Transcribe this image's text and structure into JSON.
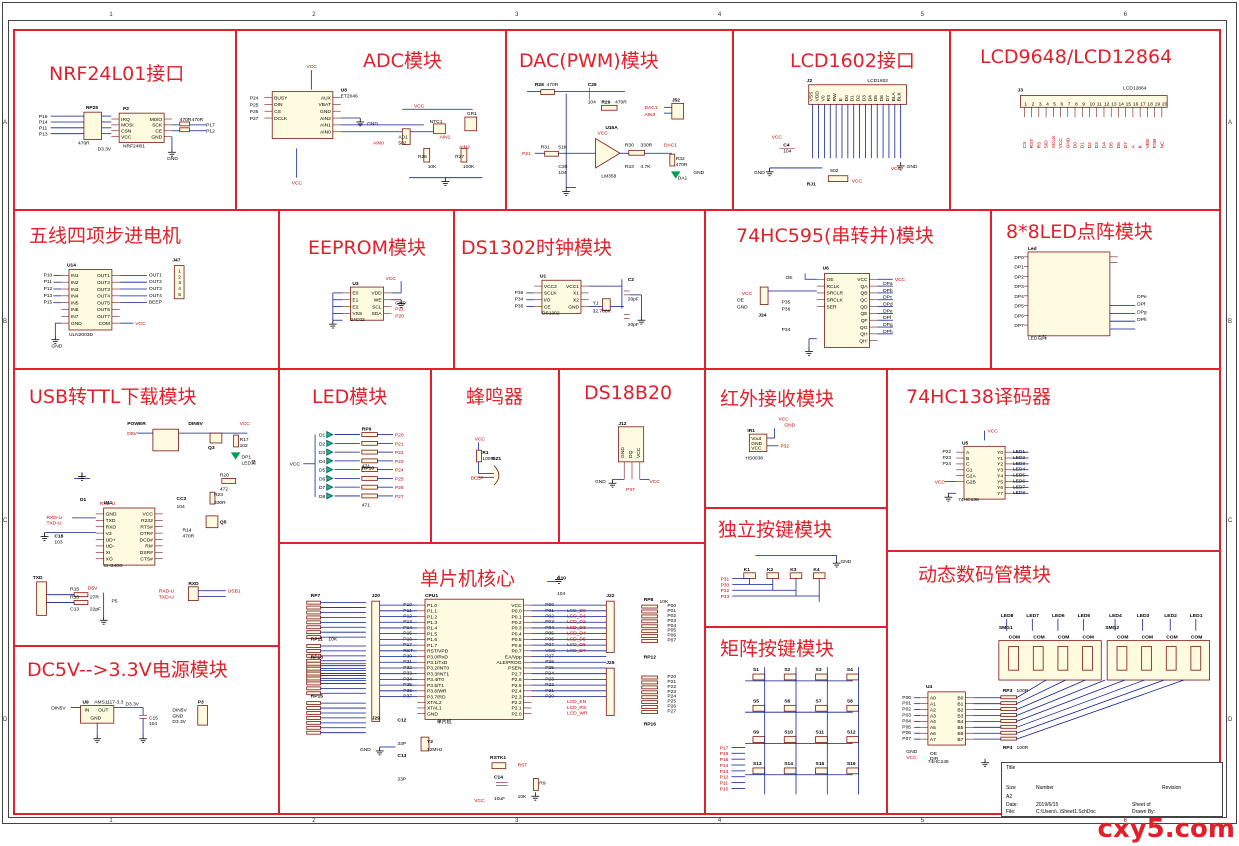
{
  "border": {
    "col_numbers": [
      "1",
      "2",
      "3",
      "4",
      "5",
      "6"
    ],
    "row_letters": [
      "A",
      "B",
      "C",
      "D"
    ]
  },
  "modules": {
    "nrf24l01": {
      "title": "NRF24L01接口"
    },
    "adc": {
      "title": "ADC模块"
    },
    "dac": {
      "title": "DAC(PWM)模块"
    },
    "lcd1602": {
      "title": "LCD1602接口"
    },
    "lcd9648": {
      "title": "LCD9648/LCD12864"
    },
    "stepper": {
      "title": "五线四项步进电机"
    },
    "eeprom": {
      "title": "EEPROM模块"
    },
    "ds1302": {
      "title": "DS1302时钟模块"
    },
    "hc595": {
      "title": "74HC595(串转并)模块"
    },
    "ledmatrix": {
      "title": "8*8LED点阵模块"
    },
    "usbttl": {
      "title": "USB转TTL下载模块"
    },
    "led": {
      "title": "LED模块"
    },
    "buzzer": {
      "title": "蜂鸣器"
    },
    "ds18b20": {
      "title": "DS18B20"
    },
    "ir": {
      "title": "红外接收模块"
    },
    "hc138": {
      "title": "74HC138译码器"
    },
    "mcu": {
      "title": "单片机核心"
    },
    "keys": {
      "title": "独立按键模块"
    },
    "digits": {
      "title": "动态数码管模块"
    },
    "power": {
      "title": "DC5V-->3.3V电源模块"
    },
    "matrixkeys": {
      "title": "矩阵按键模块"
    }
  },
  "parts": {
    "nrf": {
      "ref": "P2",
      "name": "NRF24l01",
      "rp": "RP25",
      "rp_val": "470R",
      "pins_l": [
        "IRQ",
        "MOSI",
        "CSN",
        "VCC"
      ],
      "pins_r": [
        "MISO",
        "SCK",
        "CE",
        "GND"
      ],
      "nets_l": [
        "P16",
        "P14",
        "P11",
        "P13"
      ],
      "nets_r": [
        "P17",
        "P12"
      ],
      "misc": [
        "D3.3V",
        "GND",
        "470R",
        "470R"
      ]
    },
    "adc": {
      "ref": "U8",
      "name": "ET2046",
      "pins_l": [
        "BUSY",
        "DIN",
        "CS",
        "DCLK"
      ],
      "pins_r": [
        "AUX",
        "VBAT",
        "GND",
        "AIN2",
        "AIN1",
        "AIN0"
      ],
      "nets": [
        "P24",
        "P25",
        "P26",
        "P27",
        "VCC",
        "GND"
      ],
      "parts": [
        "AD1",
        "502",
        "NTC1",
        "GR1",
        "R26",
        "10K",
        "R27",
        "100K",
        "AIN0",
        "AIN1",
        "AIN2"
      ]
    },
    "dac": {
      "ref": "U15A",
      "name": "LM358",
      "parts": [
        "R28",
        "470R",
        "C29",
        "104",
        "R29",
        "470R",
        "R31",
        "51K",
        "C30",
        "104",
        "R30",
        "330R",
        "R33",
        "4.7K",
        "R32",
        "470R",
        "DAC1",
        "DAC1",
        "AIN3",
        "J52",
        "DA1",
        "P21",
        "VCC",
        "GND"
      ]
    },
    "lcd1602": {
      "ref": "J2",
      "name": "LCD1602",
      "pins": [
        "VSS",
        "VDD",
        "V0",
        "RS",
        "RW",
        "E",
        "D0",
        "D1",
        "D2",
        "D3",
        "D4",
        "D5",
        "D6",
        "D7",
        "BLA",
        "BLK"
      ],
      "parts": [
        "C4",
        "104",
        "RJ1",
        "502",
        "VCC",
        "GND"
      ]
    },
    "lcd12864": {
      "ref": "J3",
      "name": "LCD12864",
      "pins": [
        "CS",
        "RST",
        "RS",
        "SID",
        "SCLK",
        "VCC",
        "GND",
        "D0",
        "D1",
        "D2",
        "D3",
        "D4",
        "D5",
        "D6",
        "D7",
        "A",
        "K",
        "VEE",
        "PSB",
        "NC"
      ]
    },
    "uln": {
      "ref": "U14",
      "name": "ULN2003D",
      "ins": [
        "IN1",
        "IN2",
        "IN3",
        "IN4",
        "IN5",
        "IN6",
        "IN7",
        "GND"
      ],
      "outs": [
        "OUT1",
        "OUT2",
        "OUT3",
        "OUT4",
        "OUT5",
        "OUT6",
        "OUT7",
        "COM"
      ],
      "nets_l": [
        "P10",
        "P11",
        "P12",
        "P13",
        "P15"
      ],
      "nets_r": [
        "OUT1",
        "OUT2",
        "OUT3",
        "OUT4",
        "BEEP"
      ],
      "conn": "J47",
      "misc": [
        "VCC",
        "GND"
      ]
    },
    "eeprom": {
      "ref": "U3",
      "name": "24C02",
      "pins_l": [
        "E0",
        "E1",
        "E2",
        "VSS"
      ],
      "pins_r": [
        "VDD",
        "WE",
        "SCL",
        "SDA"
      ],
      "nets": [
        "P21",
        "P20",
        "VCC",
        "GND"
      ]
    },
    "ds1302": {
      "ref": "U1",
      "name": "DS1302",
      "pins_l": [
        "VCC2",
        "SCLK",
        "I/O",
        "CE"
      ],
      "pins_r": [
        "VCC1",
        "X1",
        "X2",
        "GND"
      ],
      "nets": [
        "P36",
        "P34",
        "P35"
      ],
      "parts": [
        "C2",
        "20pF",
        "C1",
        "20pF",
        "Y1",
        "32.768K"
      ]
    },
    "hc595": {
      "ref": "U6",
      "pins_l": [
        "OE",
        "RCLK",
        "SRCLR",
        "SRCLK",
        "SER"
      ],
      "pins_r": [
        "VCC",
        "QA",
        "QB",
        "QC",
        "QD",
        "QE",
        "QF",
        "QG",
        "QH",
        "QH'"
      ],
      "nets_l": [
        "P35",
        "P36",
        "P34"
      ],
      "nets_r": [
        "DPa",
        "DPb",
        "DPc",
        "DPd",
        "DPe",
        "DPf",
        "DPg",
        "DPh"
      ],
      "conn": "J24",
      "misc": [
        "VCC",
        "GND"
      ]
    },
    "ledmatrix": {
      "name": "LED点阵",
      "rows": [
        "DPa",
        "DPb",
        "DPc",
        "DPd",
        "DPe",
        "DPf",
        "DPg",
        "DPh"
      ],
      "cols": [
        "DP0",
        "DP1",
        "DP2",
        "DP3",
        "DP4",
        "DP5",
        "DP6",
        "DP7"
      ]
    },
    "ch340": {
      "ref": "U11",
      "name": "CH340G",
      "pins_l": [
        "GND",
        "TXD",
        "RXD",
        "V3",
        "UD+",
        "UD-",
        "XI",
        "XO"
      ],
      "pins_r": [
        "VCC",
        "R232",
        "RTS#",
        "DTR#",
        "DCD#",
        "RI#",
        "DSR#",
        "CTS#"
      ],
      "parts": [
        "POWER",
        "D5V",
        "DIN5V",
        "VCC",
        "Q3",
        "R17",
        "102",
        "DP1",
        "LED黄",
        "R20",
        "472",
        "R23",
        "330R",
        "Q5",
        "CC2",
        "104",
        "D1",
        "1N5819",
        "RXD-U",
        "TXD-U",
        "C18",
        "103",
        "R14",
        "470R",
        "R15",
        "27R",
        "R18",
        "27R",
        "C13",
        "22pF",
        "P5",
        "RXD",
        "TXD",
        "USB1"
      ]
    },
    "led": {
      "rp": [
        "RP9",
        "RP10"
      ],
      "rp_val": "471",
      "leds": [
        "D1",
        "D2",
        "D3",
        "D4",
        "D5",
        "D6",
        "D7",
        "D8"
      ],
      "nets": [
        "P20",
        "P21",
        "P22",
        "P23",
        "P24",
        "P25",
        "P26",
        "P27"
      ],
      "misc": [
        "VCC"
      ]
    },
    "buzzer": {
      "ref": "BZ1",
      "parts": [
        "R1",
        "100R",
        "BEEP",
        "VCC"
      ]
    },
    "ds18b20": {
      "ref": "J12",
      "pins": [
        "GND",
        "DQ",
        "VCC"
      ],
      "nets": [
        "GND",
        "P37",
        "VCC"
      ]
    },
    "ir": {
      "ref": "IR1",
      "name": "HS0038",
      "pins": [
        "Vout",
        "GND",
        "VCC"
      ],
      "nets": [
        "P32",
        "VCC",
        "GND"
      ]
    },
    "hc138": {
      "ref": "U5",
      "name": "74HC138",
      "pins_l": [
        "A",
        "B",
        "C",
        "G1",
        "G2A",
        "G2B"
      ],
      "pins_r": [
        "Y0",
        "Y1",
        "Y2",
        "Y3",
        "Y4",
        "Y5",
        "Y6",
        "Y7"
      ],
      "nets_l": [
        "P22",
        "P23",
        "P24"
      ],
      "nets_r": [
        "LED1",
        "LED2",
        "LED3",
        "LED4",
        "LED5",
        "LED6",
        "LED7",
        "LED8"
      ],
      "misc": [
        "VCC",
        "GND"
      ]
    },
    "mcu": {
      "ref": "CPU1",
      "name": "单片机",
      "pins_l": [
        "P1.0",
        "P1.1",
        "P1.2",
        "P1.3",
        "P1.4",
        "P1.5",
        "P1.6",
        "P1.7",
        "RST/VPD",
        "P3.0/RxD",
        "P3.1/TxD",
        "P3.2/INT0",
        "P3.3/INT1",
        "P3.4/T0",
        "P3.5/T1",
        "P3.6/WR",
        "P3.7/RD",
        "XTAL2",
        "XTAL1",
        "GND"
      ],
      "pins_r": [
        "VCC",
        "P0.0",
        "P0.1",
        "P0.2",
        "P0.3",
        "P0.4",
        "P0.5",
        "P0.6",
        "P0.7",
        "EA/Vpp",
        "ALE/PROG",
        "PSEN",
        "P2.7",
        "P2.6",
        "P2.5",
        "P2.4",
        "P2.3",
        "P2.2",
        "P2.1",
        "P2.0"
      ],
      "nets_l": [
        "P10",
        "P11",
        "P12",
        "P13",
        "P14",
        "P15",
        "P16",
        "P17",
        "RST",
        "P30",
        "P31",
        "P32",
        "P33",
        "P34",
        "P35",
        "P36",
        "P37"
      ],
      "nets_r": [
        "P00",
        "P01",
        "P02",
        "P03",
        "P04",
        "P05",
        "P06",
        "P07",
        "VCC",
        "P27",
        "P26",
        "P25",
        "P24",
        "P23",
        "P22",
        "P21",
        "P20"
      ],
      "lcd_nets": [
        "LCD_D0",
        "LCD_D1",
        "LCD_D2",
        "LCD_D3",
        "LCD_D4",
        "LCD_D5",
        "LCD_D6",
        "LCD_D7",
        "LCD_EN",
        "LCD_RS",
        "LCD_WR"
      ],
      "parts": [
        "RP7",
        "RP11",
        "RP13",
        "RP15",
        "10K",
        "J20",
        "J22",
        "J25",
        "J29",
        "RP8",
        "RP12",
        "RP14",
        "RP16",
        "C10",
        "C12",
        "33P",
        "C13",
        "33P",
        "Y2",
        "12MHz",
        "C14",
        "10uF",
        "RSTK1",
        "R9",
        "10K",
        "RST",
        "VCC",
        "GND"
      ]
    },
    "keys": {
      "ref": [
        "K1",
        "K2",
        "K3",
        "K4"
      ],
      "nets": [
        "P31",
        "P30",
        "P32",
        "P33"
      ],
      "misc": [
        "GND"
      ]
    },
    "digits": {
      "ref": [
        "SMG1",
        "SMG2"
      ],
      "chips": [
        "U4",
        "74HC245",
        "RP3",
        "100R",
        "RP4",
        "100R"
      ],
      "coms": [
        "LED8",
        "LED7",
        "LED6",
        "LED5",
        "LED4",
        "LED3",
        "LED2",
        "LED1"
      ],
      "com_label": "COM",
      "pins_l": [
        "A0",
        "A1",
        "A2",
        "A3",
        "A4",
        "A5",
        "A6",
        "A7"
      ],
      "pins_r": [
        "B0",
        "B1",
        "B2",
        "B3",
        "B4",
        "B5",
        "B6",
        "B7"
      ],
      "nets": [
        "P00",
        "P01",
        "P02",
        "P03",
        "P04",
        "P05",
        "P06",
        "P07"
      ],
      "misc": [
        "GND",
        "VCC",
        "OE",
        "DIR"
      ]
    },
    "power": {
      "ref": "U9",
      "name": "AMS1117-3.3",
      "pins": [
        "IN",
        "OUT",
        "GND"
      ],
      "parts": [
        "DIN5V",
        "D3.3V",
        "C15",
        "104",
        "P3",
        "DIN5V",
        "GND",
        "D3.3V"
      ]
    },
    "matrixkeys": {
      "keys": [
        "S1",
        "S2",
        "S3",
        "S4",
        "S5",
        "S6",
        "S7",
        "S8",
        "S9",
        "S10",
        "S11",
        "S12",
        "S13",
        "S14",
        "S15",
        "S16"
      ],
      "nets": [
        "P17",
        "P16",
        "P15",
        "P14",
        "P13",
        "P12",
        "P11",
        "P10"
      ]
    }
  },
  "titleblock": {
    "title_label": "Title",
    "size_label": "Size",
    "size_value": "A2",
    "number_label": "Number",
    "revision_label": "Revision",
    "date_label": "Date:",
    "date_value": "2019/6/15",
    "sheet_label": "Sheet  of",
    "file_label": "File:",
    "file_value": "C:\\Users\\..\\Sheet1.SchDoc",
    "drawn_label": "Drawn By:"
  },
  "watermark": "cxy5.com",
  "colors": {
    "module_border": "#e0202a",
    "title": "#e0202a",
    "wire": "#0b1e96",
    "net_label": "#c00000"
  }
}
